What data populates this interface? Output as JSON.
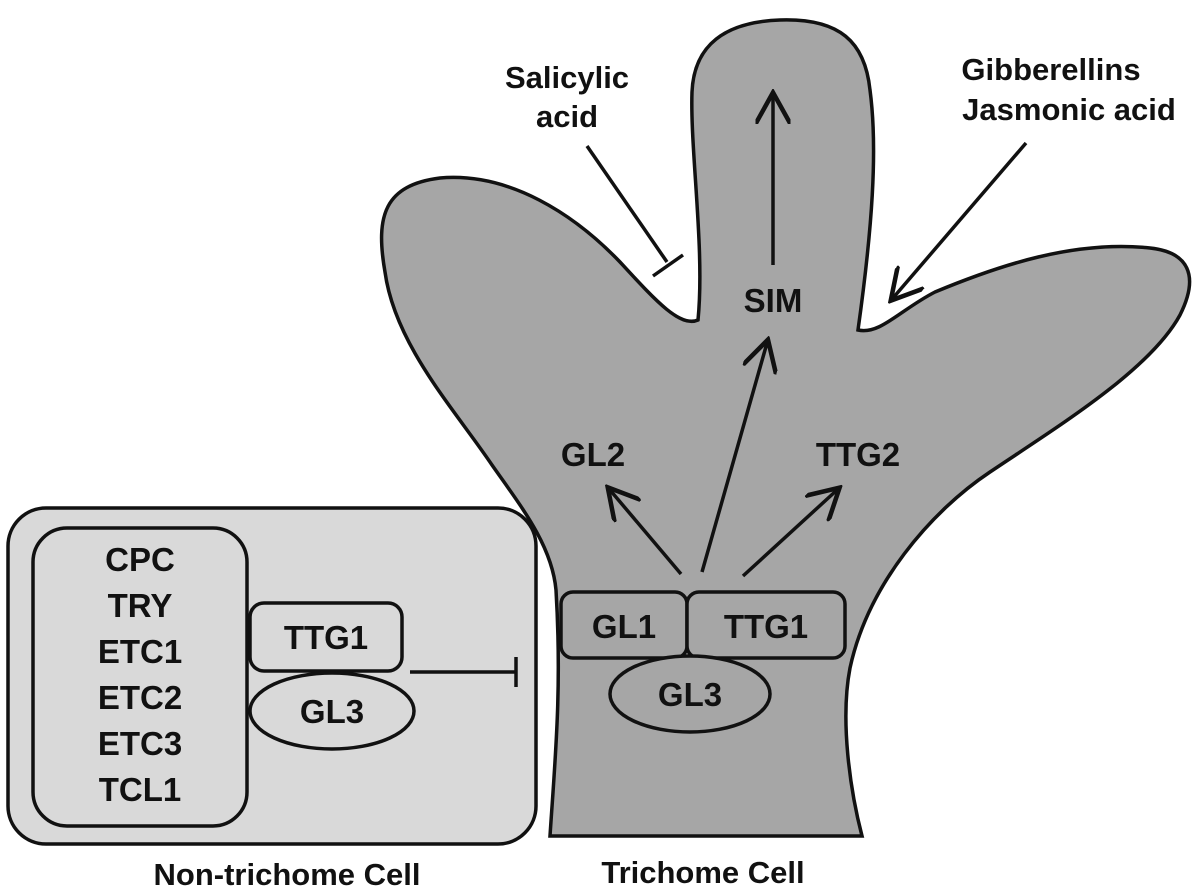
{
  "labels": {
    "salicylic_line1": "Salicylic",
    "salicylic_line2": "acid",
    "gibberellins": "Gibberellins",
    "jasmonic": "Jasmonic acid",
    "sim": "SIM",
    "gl2": "GL2",
    "ttg2": "TTG2",
    "gl1": "GL1",
    "ttg1_trichome": "TTG1",
    "gl3_trichome": "GL3",
    "ttg1_non": "TTG1",
    "gl3_non": "GL3",
    "inhibitors": [
      "CPC",
      "TRY",
      "ETC1",
      "ETC2",
      "ETC3",
      "TCL1"
    ],
    "caption_non_trichome": "Non-trichome Cell",
    "caption_trichome": "Trichome Cell"
  },
  "colors": {
    "trichome_fill": "#a6a6a6",
    "non_trichome_fill": "#d9d9d9",
    "complex_fill": "#a6a6a6",
    "stroke": "#111111"
  }
}
